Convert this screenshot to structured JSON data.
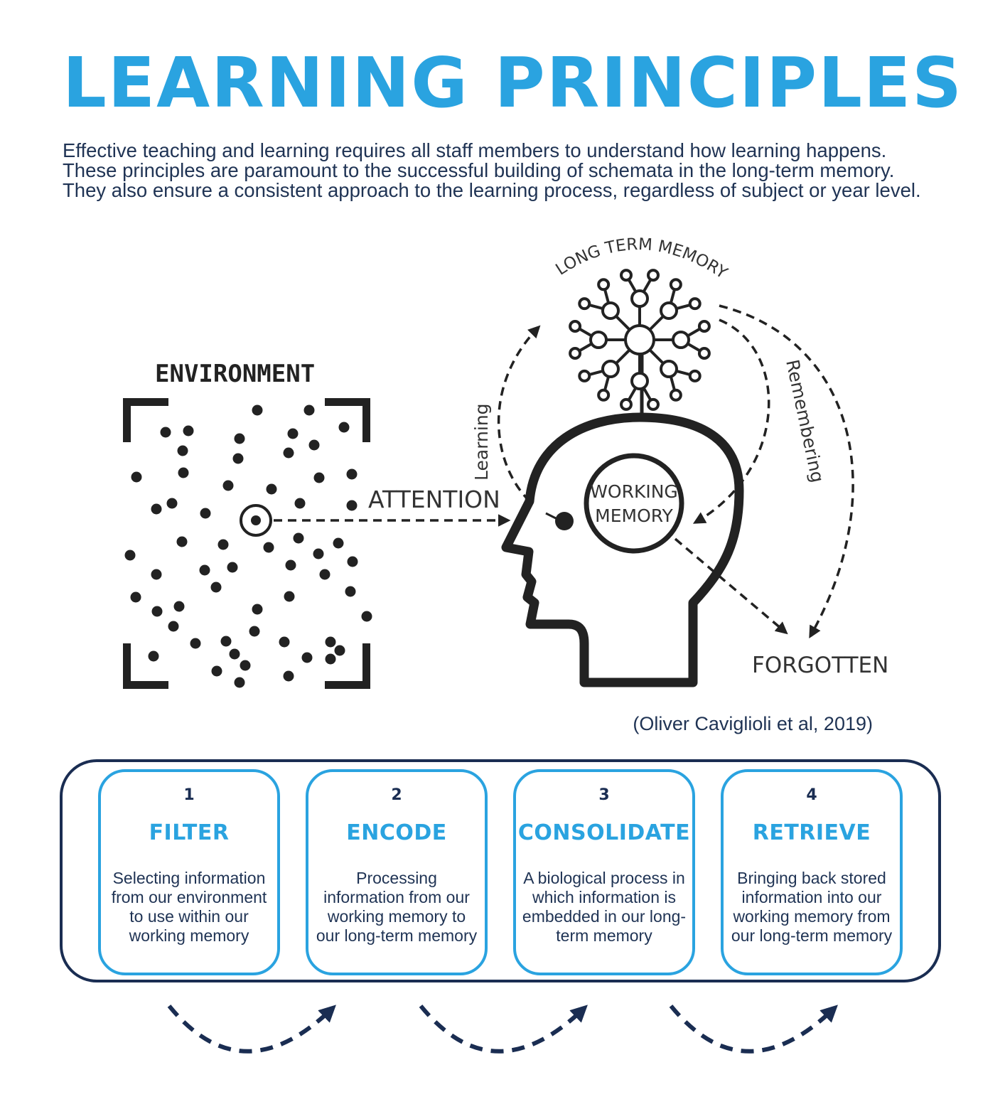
{
  "title": "LEARNING PRINCIPLES",
  "intro": [
    "Effective teaching and learning requires all staff members to understand how learning happens.",
    "These principles are paramount to the successful building of schemata in the long-term memory.",
    "They also ensure a consistent approach to the learning process, regardless of subject or year level."
  ],
  "diagram": {
    "environment": "ENVIRONMENT",
    "attention": "ATTENTION",
    "long_term_memory": "LONG TERM MEMORY",
    "learning": "Learning",
    "remembering": "Remembering",
    "working_memory_line1": "WORKING",
    "working_memory_line2": "MEMORY",
    "forgotten": "FORGOTTEN"
  },
  "citation": "(Oliver Caviglioli et al, 2019)",
  "steps": [
    {
      "number": "1",
      "name": "FILTER",
      "description": "Selecting information from our environment to use within our working memory"
    },
    {
      "number": "2",
      "name": "ENCODE",
      "description": "Processing information from our working memory to our long-term memory"
    },
    {
      "number": "3",
      "name": "CONSOLIDATE",
      "description": "A biological process in which information is embedded in our long-term memory"
    },
    {
      "number": "4",
      "name": "RETRIEVE",
      "description": "Bringing back stored information into our working memory from our long-term memory"
    }
  ],
  "colors": {
    "accent": "#2aa3e0",
    "navy": "#1a2d52",
    "ink": "#222222"
  }
}
